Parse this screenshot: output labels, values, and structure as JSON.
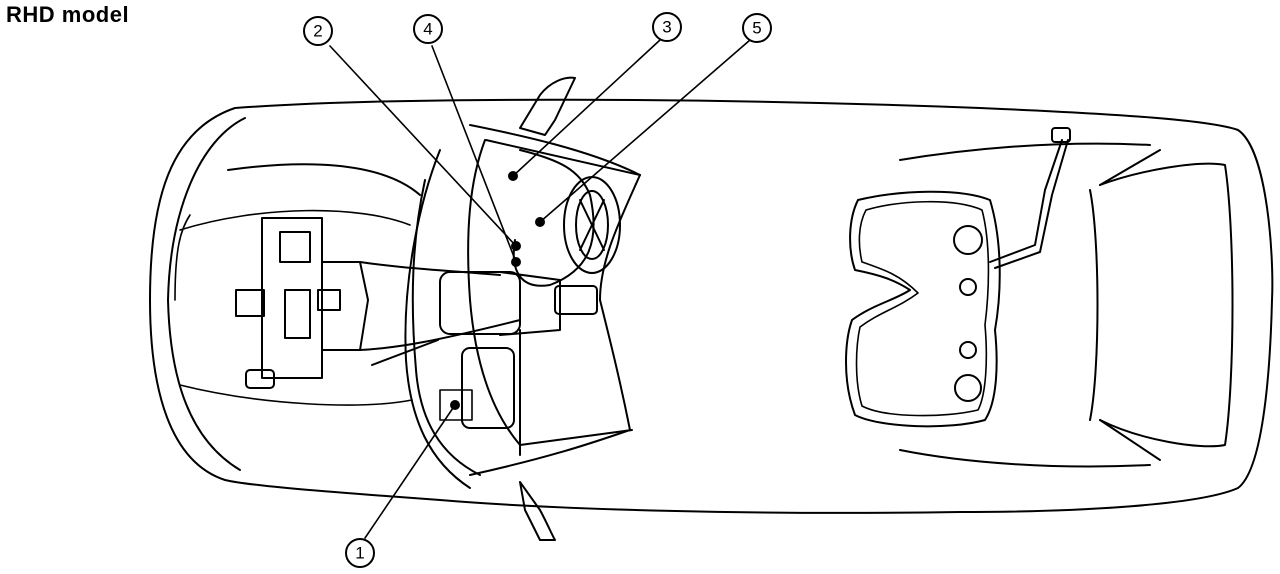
{
  "title": "RHD  model",
  "callouts": [
    {
      "label": "1"
    },
    {
      "label": "2"
    },
    {
      "label": "3"
    },
    {
      "label": "4"
    },
    {
      "label": "5"
    }
  ]
}
